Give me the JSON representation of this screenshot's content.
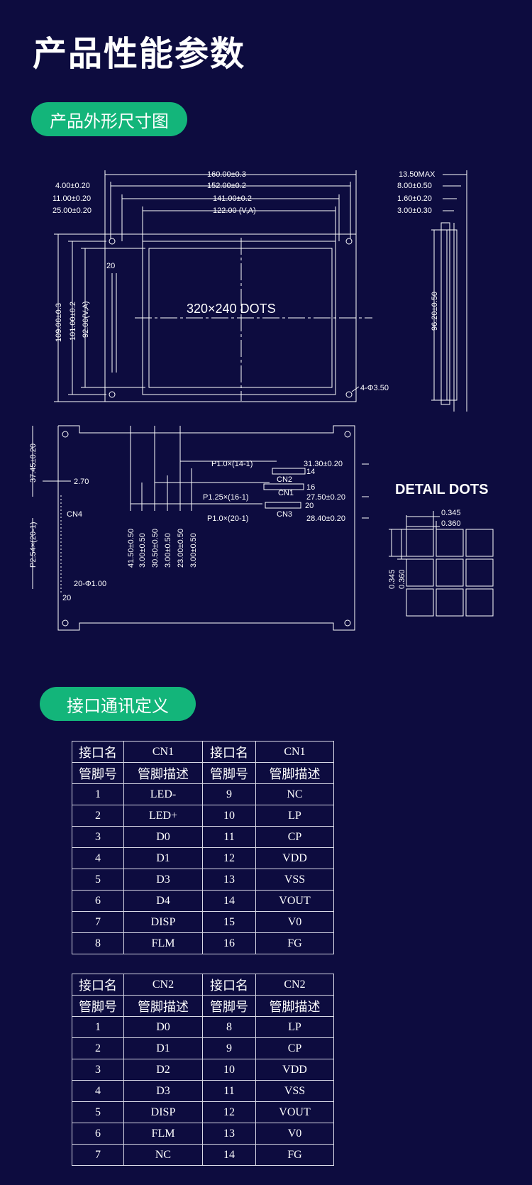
{
  "page_title": "产品性能参数",
  "section_dimensions": "产品外形尺寸图",
  "section_interface": "接口通讯定义",
  "drawing": {
    "front_dims": {
      "w_total": "160.00±0.3",
      "w_holes": "152.00±0.2",
      "w_view": "141.00±0.2",
      "w_va": "122.00  (V,A)",
      "off_1": "4.00±0.20",
      "off_2": "11.00±0.20",
      "off_3": "25.00±0.20",
      "h_total": "109.00±0.3",
      "h_holes": "101.00±0.2",
      "h_va": "92.00(V,A)",
      "hole": "4-Φ3.50",
      "pin_20": "20",
      "dots": "320×240 DOTS"
    },
    "side_dims": {
      "max": "13.50MAX",
      "d1": "8.00±0.50",
      "d2": "1.60±0.20",
      "d3": "3.00±0.30",
      "height": "96.20±0.50"
    },
    "back_dims": {
      "d_3745": "37.45±0.20",
      "d_270": "2.70",
      "cn4": "CN4",
      "pitch": "P2.54×(20-1)",
      "pinholes": "20-Φ1.00",
      "pin20": "20",
      "p1_14": "P1.0×(14-1)",
      "d_3130": "31.30±0.20",
      "cn2": "CN2",
      "n14": "14",
      "cn1": "CN1",
      "n16": "16",
      "p125": "P1.25×(16-1)",
      "d_2750": "27.50±0.20",
      "cn3": "CN3",
      "n20": "20",
      "p1_20": "P1.0×(20-1)",
      "d_2840": "28.40±0.20",
      "v1": "41.50±0.50",
      "v2": "3.00±0.50",
      "v3": "30.50±0.50",
      "v4": "3.00±0.50",
      "v5": "23.00±0.50",
      "v6": "3.00±0.50"
    },
    "detail": {
      "title": "DETAIL DOTS",
      "w1": "0.345",
      "w2": "0.360",
      "h1": "0.345",
      "h2": "0.360"
    }
  },
  "table_cn1": {
    "header1": [
      "接口名",
      "CN1",
      "接口名",
      "CN1"
    ],
    "header2": [
      "管脚号",
      "管脚描述",
      "管脚号",
      "管脚描述"
    ],
    "rows": [
      [
        "1",
        "LED-",
        "9",
        "NC"
      ],
      [
        "2",
        "LED+",
        "10",
        "LP"
      ],
      [
        "3",
        "D0",
        "11",
        "CP"
      ],
      [
        "4",
        "D1",
        "12",
        "VDD"
      ],
      [
        "5",
        "D3",
        "13",
        "VSS"
      ],
      [
        "6",
        "D4",
        "14",
        "VOUT"
      ],
      [
        "7",
        "DISP",
        "15",
        "V0"
      ],
      [
        "8",
        "FLM",
        "16",
        "FG"
      ]
    ]
  },
  "table_cn2": {
    "header1": [
      "接口名",
      "CN2",
      "接口名",
      "CN2"
    ],
    "header2": [
      "管脚号",
      "管脚描述",
      "管脚号",
      "管脚描述"
    ],
    "rows": [
      [
        "1",
        "D0",
        "8",
        "LP"
      ],
      [
        "2",
        "D1",
        "9",
        "CP"
      ],
      [
        "3",
        "D2",
        "10",
        "VDD"
      ],
      [
        "4",
        "D3",
        "11",
        "VSS"
      ],
      [
        "5",
        "DISP",
        "12",
        "VOUT"
      ],
      [
        "6",
        "FLM",
        "13",
        "V0"
      ],
      [
        "7",
        "NC",
        "14",
        "FG"
      ]
    ]
  }
}
